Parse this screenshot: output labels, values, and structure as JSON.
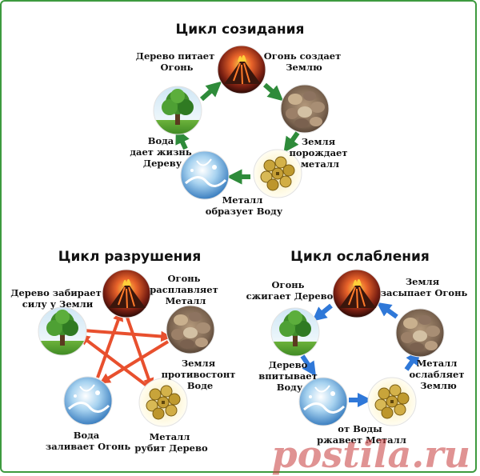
{
  "colors": {
    "border": "#3d9a3f",
    "create_arrow": "#2e8b3a",
    "destroy_arrow": "#e8502e",
    "weaken_arrow": "#2f78d8",
    "watermark": "#c83c3c"
  },
  "creation": {
    "title": "Цикл созидания",
    "labels": {
      "wood_fire": [
        "Дерево питает",
        "Огонь"
      ],
      "fire_earth": [
        "Огонь создает",
        "Землю"
      ],
      "earth_metal": [
        "Земля",
        "порождает",
        "металл"
      ],
      "metal_water": [
        "Металл",
        "образует Воду"
      ],
      "water_wood": [
        "Вода",
        "дает жизнь",
        "Дереву"
      ]
    }
  },
  "destruction": {
    "title": "Цикл разрушения",
    "labels": {
      "wood": [
        "Дерево забирает",
        "силу у Земли"
      ],
      "fire": [
        "Огонь",
        "расплавляет",
        "Металл"
      ],
      "earth": [
        "Земля",
        "противостонт",
        "Воде"
      ],
      "metal": [
        "Металл",
        "рубит Дерево"
      ],
      "water": [
        "Вода",
        "заливает Огонь"
      ]
    }
  },
  "weakening": {
    "title": "Цикл ослабления",
    "labels": {
      "fire": [
        "Огонь",
        "сжигает Дерево"
      ],
      "earth": [
        "Земля",
        "засыпает Огонь"
      ],
      "wood": [
        "Дерево",
        "впитывает",
        "Воду"
      ],
      "metal": [
        "Металл",
        "ослабляет",
        "Землю"
      ],
      "water": [
        "от Воды",
        "ржавеет Металл"
      ]
    }
  },
  "watermark": "postila.ru",
  "icons": {
    "fire": "volcano-icon",
    "earth": "stones-icon",
    "metal": "coins-icon",
    "water": "water-splash-icon",
    "wood": "tree-icon"
  }
}
